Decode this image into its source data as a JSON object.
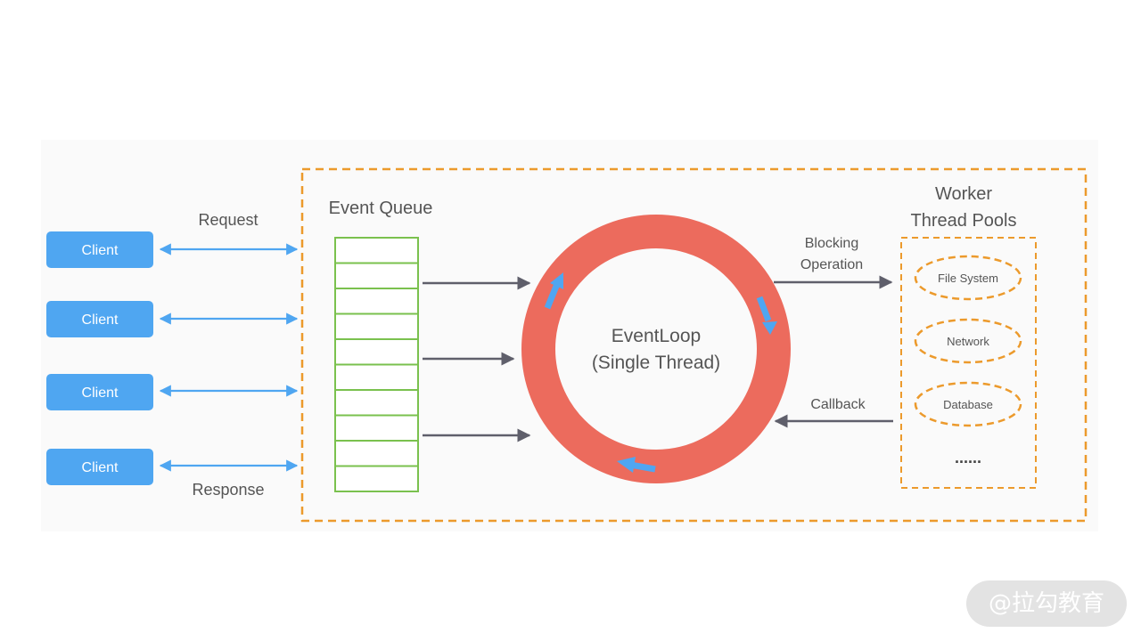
{
  "colors": {
    "client": "#4fa6f1",
    "client_text": "#ffffff",
    "arrow_blue": "#4fa6f1",
    "arrow_gray": "#5f5f6b",
    "dash_orange": "#ec9a2c",
    "queue_green": "#7ac14e",
    "loop_red": "#ec6b5d",
    "text": "#555555"
  },
  "clients": [
    {
      "label": "Client"
    },
    {
      "label": "Client"
    },
    {
      "label": "Client"
    },
    {
      "label": "Client"
    }
  ],
  "labels": {
    "request": "Request",
    "response": "Response",
    "event_queue": "Event Queue",
    "eventloop_line1": "EventLoop",
    "eventloop_line2": "(Single Thread)",
    "blocking_line1": "Blocking",
    "blocking_line2": "Operation",
    "callback": "Callback",
    "worker_line1": "Worker",
    "worker_line2": "Thread Pools"
  },
  "workers": [
    {
      "label": "File System"
    },
    {
      "label": "Network"
    },
    {
      "label": "Database"
    }
  ],
  "workers_more": "......",
  "queue": {
    "slots": 10
  },
  "watermark": "@拉勾教育"
}
